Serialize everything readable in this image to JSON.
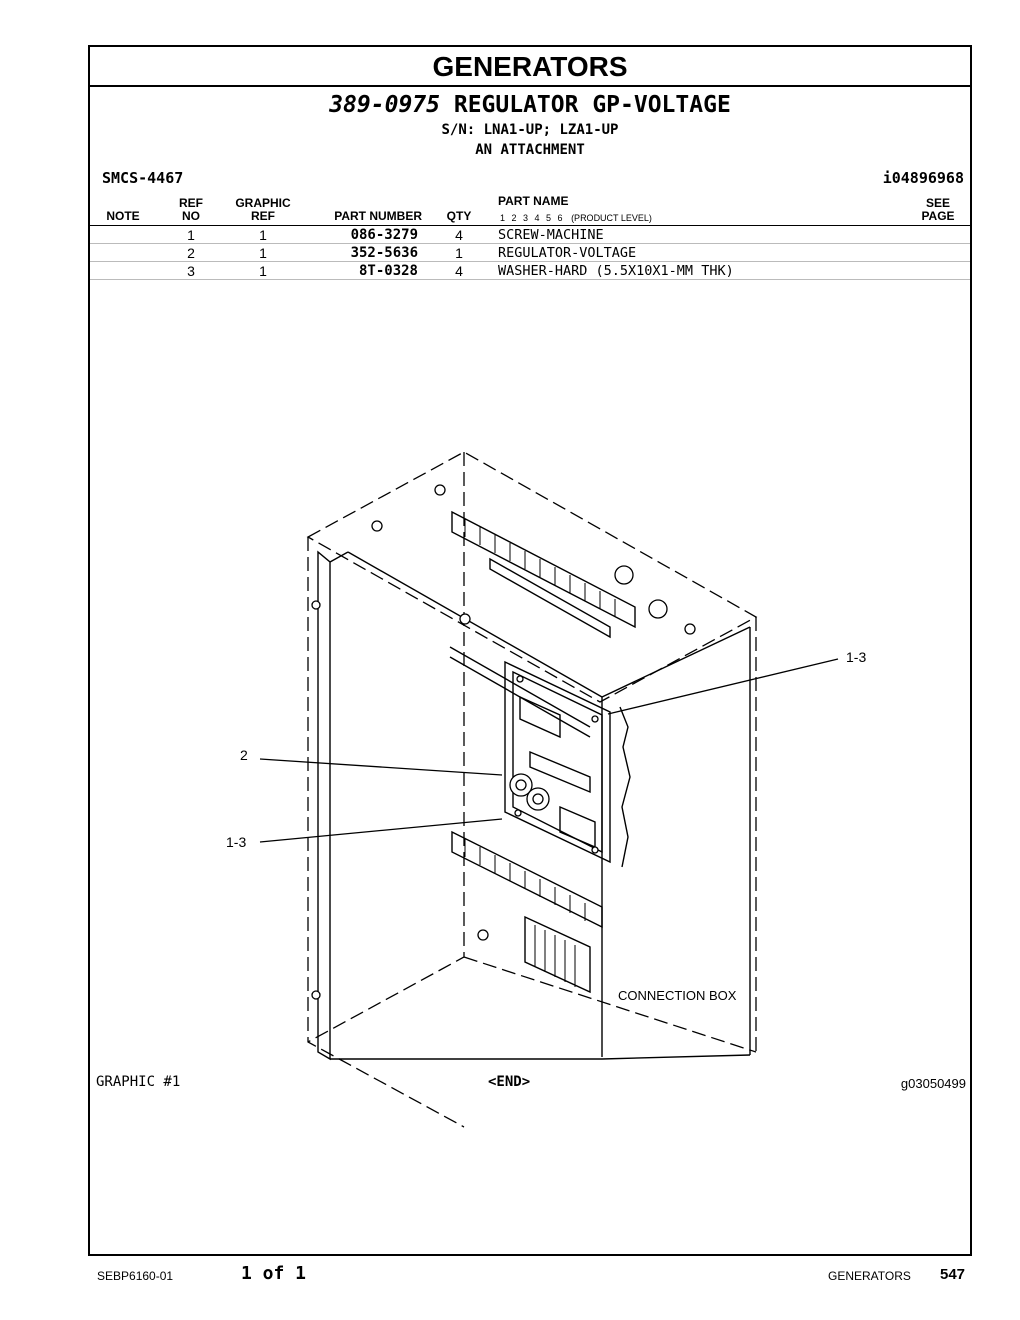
{
  "section_title": "GENERATORS",
  "group": {
    "part_number": "389-0975",
    "name": "REGULATOR GP-VOLTAGE",
    "serial_numbers": "S/N: LNA1-UP; LZA1-UP",
    "attachment": "AN ATTACHMENT"
  },
  "smcs": "SMCS-4467",
  "illustration_id": "i04896968",
  "table": {
    "headers": {
      "note": "NOTE",
      "ref_top": "REF",
      "ref_bottom": "NO",
      "graphic_top": "GRAPHIC",
      "graphic_bottom": "REF",
      "part_number": "PART NUMBER",
      "qty": "QTY",
      "part_name": "PART NAME",
      "levels": "1 2 3 4 5 6",
      "product_level": "(PRODUCT LEVEL)",
      "see_top": "SEE",
      "see_bottom": "PAGE"
    },
    "rows": [
      {
        "note": "",
        "ref_no": "1",
        "graphic_ref": "1",
        "part_number": "086-3279",
        "qty": "4",
        "part_name": "SCREW-MACHINE",
        "see_page": ""
      },
      {
        "note": "",
        "ref_no": "2",
        "graphic_ref": "1",
        "part_number": "352-5636",
        "qty": "1",
        "part_name": "REGULATOR-VOLTAGE",
        "see_page": ""
      },
      {
        "note": "",
        "ref_no": "3",
        "graphic_ref": "1",
        "part_number": "8T-0328",
        "qty": "4",
        "part_name": "WASHER-HARD (5.5X10X1-MM THK)",
        "see_page": ""
      }
    ]
  },
  "graphic": {
    "callouts": [
      "1-3",
      "2",
      "1-3"
    ],
    "connection_box_label": "CONNECTION BOX",
    "label": "GRAPHIC #1",
    "end_marker": "<END>",
    "graphic_id": "g03050499"
  },
  "footer": {
    "publication": "SEBP6160-01",
    "page_of": "1 of 1",
    "section": "GENERATORS",
    "page_number": "547"
  }
}
